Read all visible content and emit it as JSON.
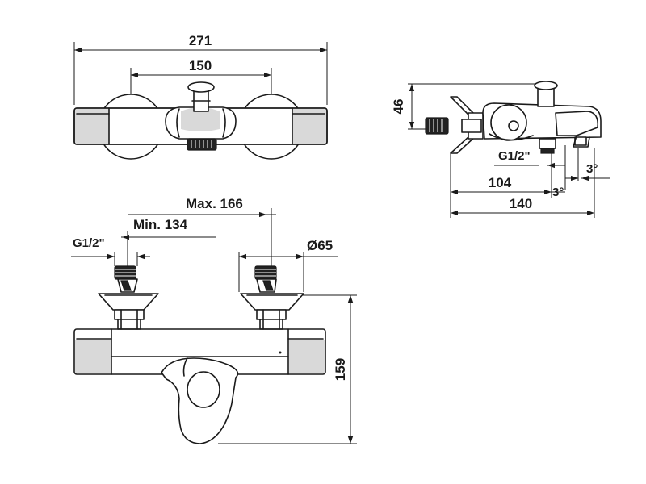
{
  "dimensions": {
    "top_total_width": "271",
    "top_inner_width": "150",
    "side_height": "46",
    "side_thread": "G1/2\"",
    "side_angle_a": "3°",
    "side_angle_b": "3°",
    "side_depth_short": "104",
    "side_depth_long": "140",
    "front_max_center": "Max. 166",
    "front_min_center": "Min. 134",
    "front_thread": "G1/2\"",
    "front_diameter": "Ø65",
    "front_height": "159"
  }
}
